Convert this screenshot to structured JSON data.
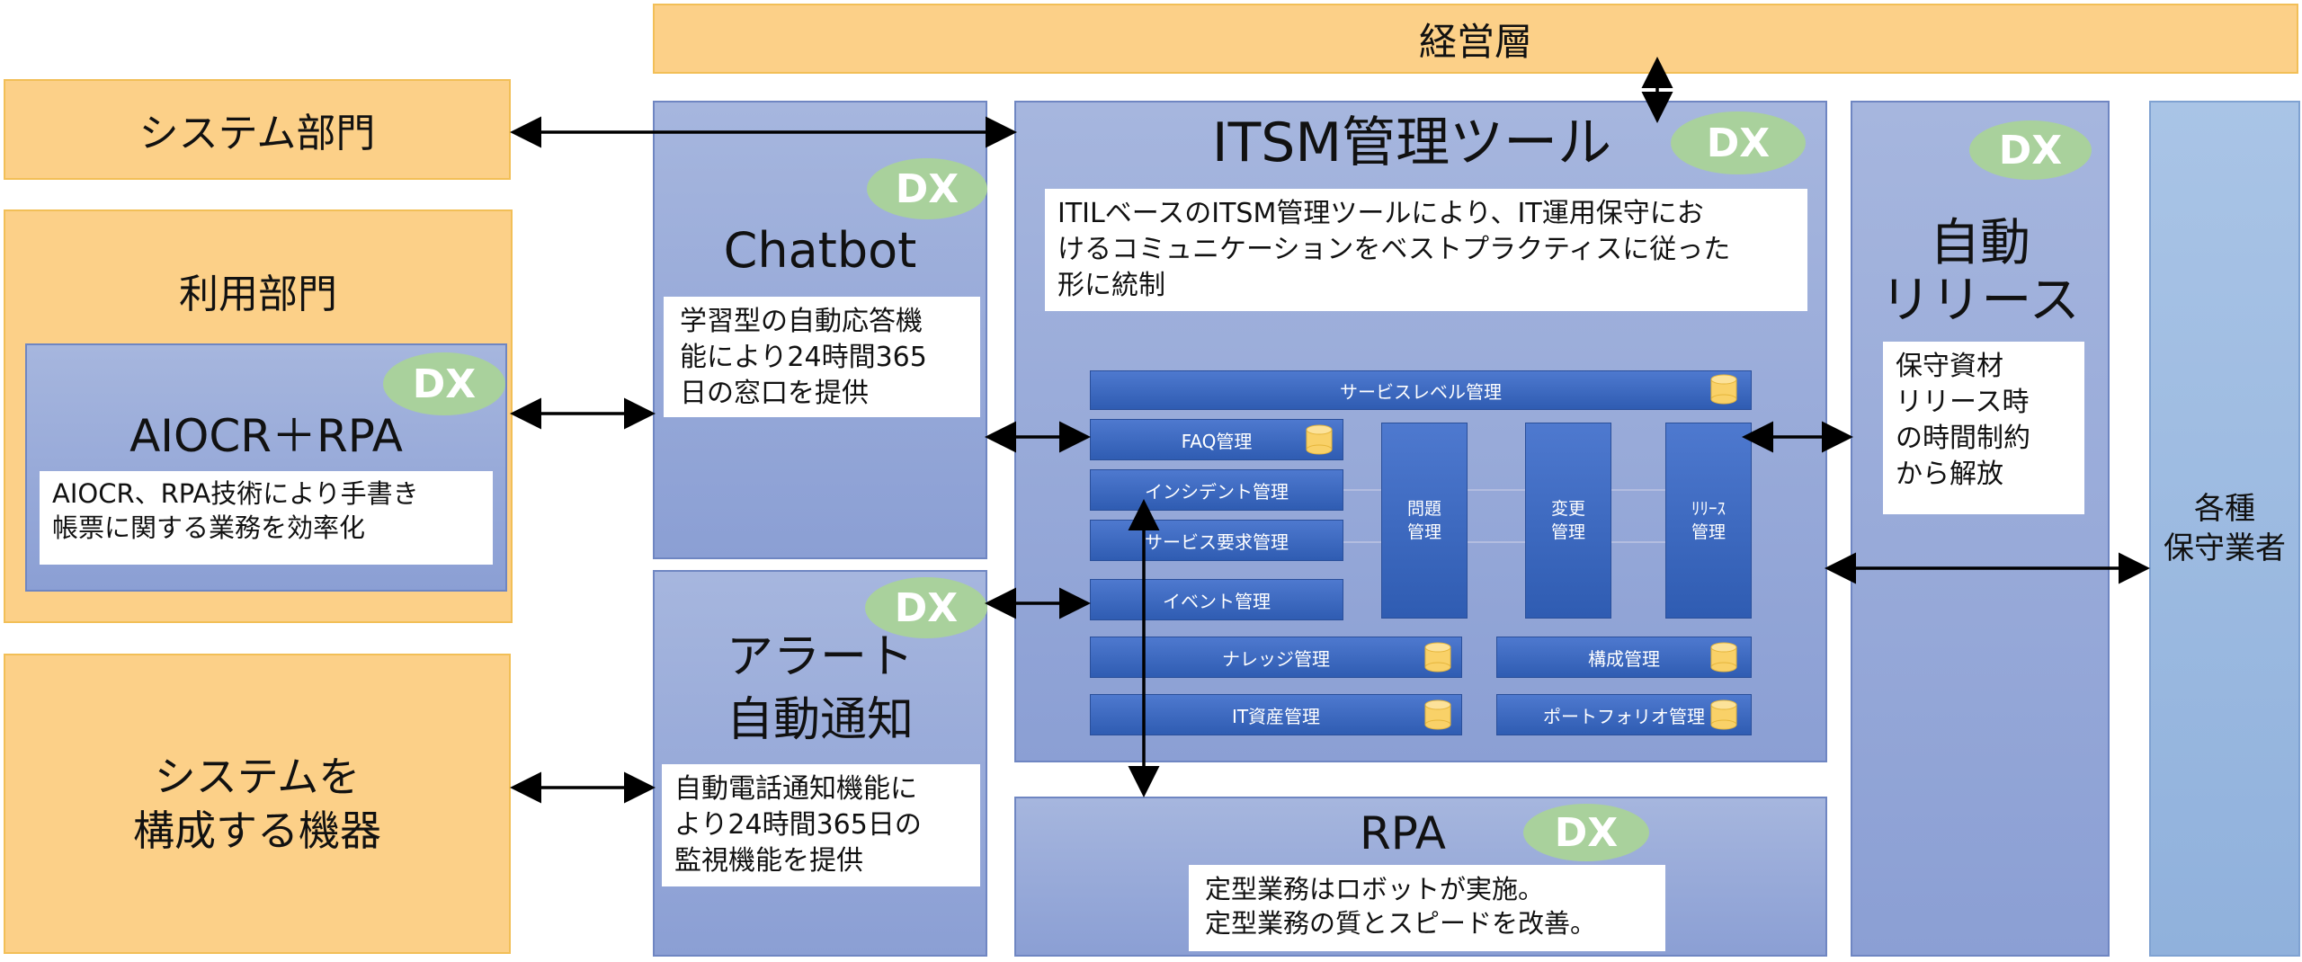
{
  "top": {
    "management": "経営層"
  },
  "left": {
    "system_dept": "システム部門",
    "user_dept": "利用部門",
    "aiocr": {
      "title": "AIOCR＋RPA",
      "desc": [
        "AIOCR、RPA技術により手書き",
        "帳票に関する業務を効率化"
      ],
      "badge": "DX"
    },
    "devices": [
      "システムを",
      "構成する機器"
    ]
  },
  "chatbot": {
    "title": "Chatbot",
    "desc": [
      "学習型の自動応答機",
      "能により24時間365",
      "日の窓口を提供"
    ],
    "badge": "DX"
  },
  "alert": {
    "title": [
      "アラート",
      "自動通知"
    ],
    "desc": [
      "自動電話通知機能に",
      "より24時間365日の",
      "監視機能を提供"
    ],
    "badge": "DX"
  },
  "itsm": {
    "title": "ITSM管理ツール",
    "badge": "DX",
    "desc": [
      "ITILベースのITSM管理ツールにより、IT運用保守にお",
      "けるコミュニケーションをベストプラクティスに従った",
      "形に統制"
    ],
    "modules": {
      "service_level": "サービスレベル管理",
      "faq": "FAQ管理",
      "incident": "インシデント管理",
      "service_request": "サービス要求管理",
      "event": "イベント管理",
      "knowledge": "ナレッジ管理",
      "it_asset": "IT資産管理",
      "config": "構成管理",
      "portfolio": "ポートフォリオ管理",
      "problem": [
        "問題",
        "管理"
      ],
      "change": [
        "変更",
        "管理"
      ],
      "release": [
        "ﾘﾘｰｽ",
        "管理"
      ]
    }
  },
  "rpa": {
    "title": "RPA",
    "badge": "DX",
    "desc": [
      "定型業務はロボットが実施。",
      "定型業務の質とスピードを改善。"
    ]
  },
  "auto_release": {
    "title": [
      "自動",
      "リリース"
    ],
    "badge": "DX",
    "desc": [
      "保守資材",
      "リリース時",
      "の時間制約",
      "から解放"
    ]
  },
  "vendors": [
    "各種",
    "保守業者"
  ],
  "colors": {
    "orange": "#fcd088",
    "blue": "#8b9fd4",
    "badge_green": "#a9d19c",
    "module_blue": "#2f5cb2"
  }
}
